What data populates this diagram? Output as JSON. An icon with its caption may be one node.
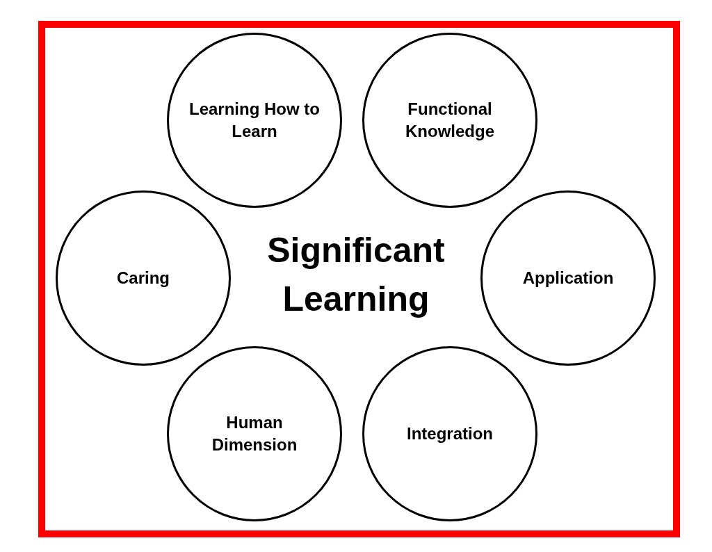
{
  "diagram": {
    "title": "Significant Learning",
    "nodes": [
      {
        "text": [
          "Learning How to Learn"
        ]
      },
      {
        "text": [
          "Functional Knowledge"
        ]
      },
      {
        "text": [
          "Caring"
        ]
      },
      {
        "text": [
          "Application"
        ]
      },
      {
        "text": [
          "Human Dimension"
        ]
      },
      {
        "text": [
          "Integration"
        ]
      }
    ]
  }
}
